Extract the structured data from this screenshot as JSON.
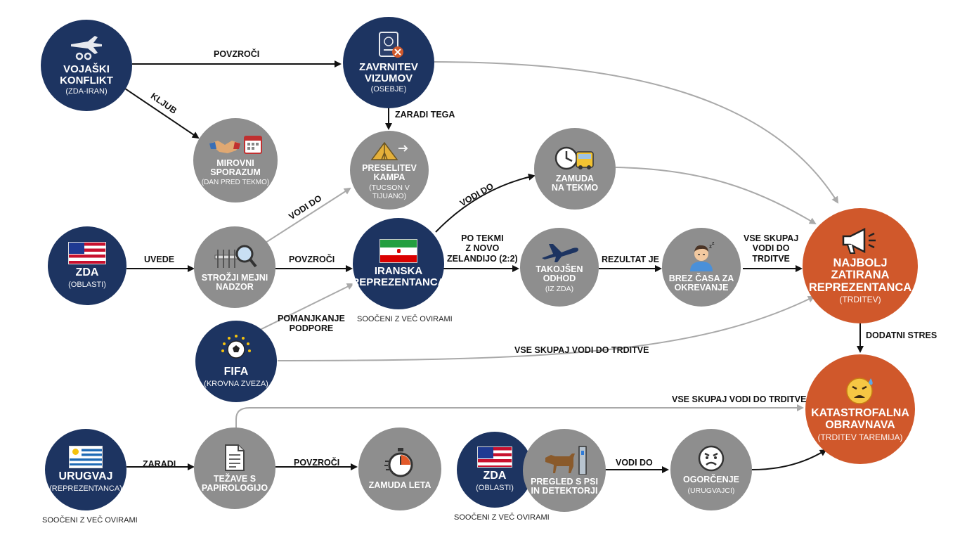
{
  "colors": {
    "navy": "#1d3461",
    "gray": "#8e8e8e",
    "orange": "#d0582b",
    "arrow_dark": "#111111",
    "arrow_light": "#a9a9a9"
  },
  "nodes": {
    "vojaski": {
      "title": "VOJAŠKI\nKONFLIKT",
      "sub": "(ZDA-IRAN)",
      "icon": "jet-broken-chain-icon"
    },
    "vizumi": {
      "title": "ZAVRNITEV\nVIZUMOV",
      "sub": "(OSEBJE)",
      "icon": "passport-denied-icon"
    },
    "mirovni": {
      "title": "MIROVNI\nSPORAZUM",
      "sub": "(DAN PRED TEKMO)",
      "icon": "handshake-calendar-icon"
    },
    "kampa": {
      "title": "PRESELITEV\nKAMPA",
      "sub": "(TUCSON V\nTIJUANO)",
      "icon": "tent-arrow-icon"
    },
    "zamuda_tekmo": {
      "title": "ZAMUDA\nNA TEKMO",
      "sub": "",
      "icon": "clock-bus-icon"
    },
    "zda1": {
      "title": "ZDA",
      "sub": "(OBLASTI)",
      "icon": "us-flag-icon"
    },
    "nadzor": {
      "title": "STROŽJI MEJNI\nNADZOR",
      "sub": "",
      "icon": "barrier-magnifier-icon"
    },
    "iran": {
      "title": "IRANSKA\nREPREZENTANCA",
      "sub": "",
      "icon": "iran-flag-icon"
    },
    "odhod": {
      "title": "TAKOJŠEN\nODHOD",
      "sub": "(IZ ZDA)",
      "icon": "airplane-icon"
    },
    "okrevanje": {
      "title": "BREZ ČASA ZA\nOKREVANJE",
      "sub": "",
      "icon": "tired-person-icon"
    },
    "najbolj": {
      "title": "NAJBOLJ\nZATIRANA\nREPREZENTANCA",
      "sub": "(TRDITEV)",
      "icon": "megaphone-icon"
    },
    "fifa": {
      "title": "FIFA",
      "sub": "(KROVNA ZVEZA)",
      "icon": "football-stars-icon"
    },
    "katastrofalna": {
      "title": "KATASTROFALNA\nOBRAVNAVA",
      "sub": "(TRDITEV TAREMIJA)",
      "icon": "distressed-face-icon"
    },
    "urugvaj": {
      "title": "URUGVAJ",
      "sub": "(REPREZENTANCA)",
      "icon": "uruguay-flag-icon"
    },
    "papirologija": {
      "title": "TEŽAVE S\nPAPIROLOGIJO",
      "sub": "",
      "icon": "document-icon"
    },
    "zamuda_leta": {
      "title": "ZAMUDA LETA",
      "sub": "",
      "icon": "stopwatch-icon"
    },
    "zda2": {
      "title": "ZDA",
      "sub": "(OBLASTI)",
      "icon": "us-flag-icon"
    },
    "pregled": {
      "title": "PREGLED S PSI\nIN DETEKTORJI",
      "sub": "",
      "icon": "dog-detector-icon"
    },
    "ogorcenje": {
      "title": "OGORČENJE",
      "sub": "(URUGVAJCI)",
      "icon": "angry-face-icon"
    }
  },
  "edge_labels": {
    "povzroci_top": "POVZROČI",
    "kljub": "KLJUB",
    "zaradi_tega": "ZARADI TEGA",
    "vodi_do_kampa": "VODI DO",
    "vodi_do_tekmo": "VODI DO",
    "uvede": "UVEDE",
    "povzroci_mid": "POVZROČI",
    "po_tekmi": "PO TEKMI\nZ NOVO\nZELANDIJO (2:2)",
    "rezultat": "REZULTAT JE",
    "vse_skupaj_right": "VSE SKUPAJ\nVODI DO\nTRDITVE",
    "pomanjkanje": "POMANJKANJE\nPODPORE",
    "dodatni_stres": "DODATNI STRES",
    "vse_skupaj_fifa": "VSE SKUPAJ VODI DO TRDITVE",
    "vse_skupaj_bottom": "VSE SKUPAJ VODI DO TRDITVE",
    "zaradi": "ZARADI",
    "povzroci_bottom": "POVZROČI",
    "vodi_do_bottom": "VODI DO"
  },
  "notes": {
    "iran_note": "SOOČENI Z VEČ OVIRAMI",
    "urugvaj_note": "SOOČENI Z VEČ OVIRAMI",
    "zda2_note": "SOOČENI Z VEČ OVIRAMI"
  }
}
